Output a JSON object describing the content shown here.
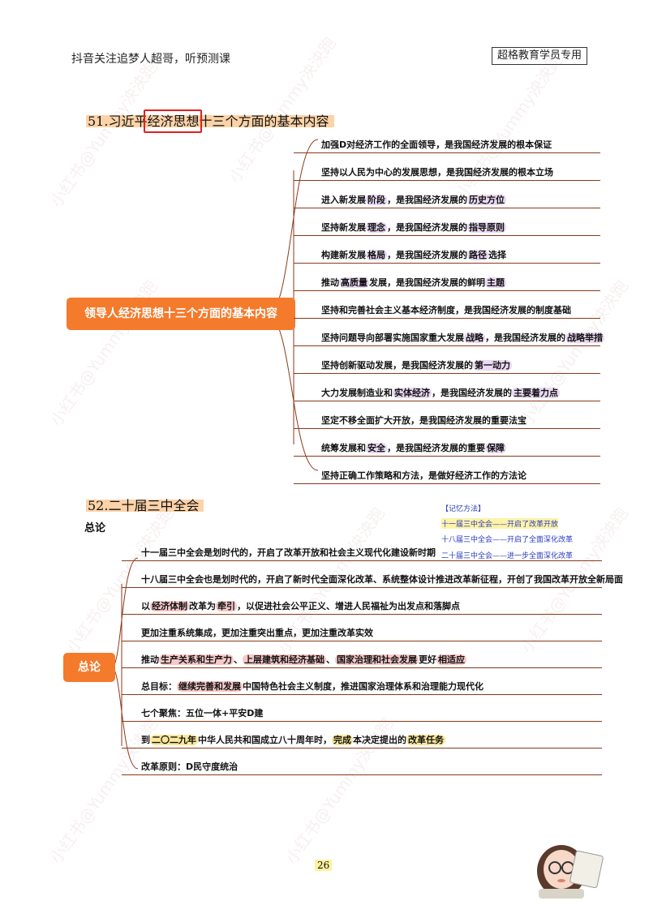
{
  "header": {
    "left_text": "抖音关注追梦人超哥，听预测课",
    "right_badge": "超格教育学员专用"
  },
  "section51": {
    "number": "51.",
    "title_a": "习近平",
    "title_b": "经济思想",
    "title_c": "十三个方面的基本内容",
    "root": "领导人经济思想十三个方面的基本内容",
    "branches": [
      {
        "parts": [
          {
            "t": "加强D对经济工作的全面领导，是我国经济发展的根本保证"
          }
        ]
      },
      {
        "parts": [
          {
            "t": "坚持以人民为中心的发展思想，是我国经济发展的根本立场"
          }
        ]
      },
      {
        "parts": [
          {
            "t": "进入新发展"
          },
          {
            "t": "阶段",
            "m": "p"
          },
          {
            "t": "，是我国经济发展的"
          },
          {
            "t": "历史方位",
            "m": "p"
          }
        ]
      },
      {
        "parts": [
          {
            "t": "坚持新发展"
          },
          {
            "t": "理念",
            "m": "p"
          },
          {
            "t": "，是我国经济发展的"
          },
          {
            "t": "指导原则",
            "m": "p"
          }
        ]
      },
      {
        "parts": [
          {
            "t": "构建新发展"
          },
          {
            "t": "格局",
            "m": "p"
          },
          {
            "t": "，是我国经济发展的"
          },
          {
            "t": "路径",
            "m": "p"
          },
          {
            "t": "选择"
          }
        ]
      },
      {
        "parts": [
          {
            "t": "推动"
          },
          {
            "t": "高质量",
            "m": "p"
          },
          {
            "t": "发展，是我国经济发展的鲜明"
          },
          {
            "t": "主题",
            "m": "p"
          }
        ]
      },
      {
        "parts": [
          {
            "t": "坚持和完善社会主义基本经济制度，是我国经济发展的制度基础"
          }
        ]
      },
      {
        "parts": [
          {
            "t": "坚持问题导向部署实施国家重大发展"
          },
          {
            "t": "战略",
            "m": "p"
          },
          {
            "t": "，是我国经济发展的"
          },
          {
            "t": "战略举措",
            "m": "p"
          }
        ]
      },
      {
        "parts": [
          {
            "t": "坚持创新驱动发展，是我国经济发展的"
          },
          {
            "t": "第一动力",
            "m": "p"
          }
        ]
      },
      {
        "parts": [
          {
            "t": "大力发展制造业和"
          },
          {
            "t": "实体经济",
            "m": "p"
          },
          {
            "t": "，是我国经济发展的"
          },
          {
            "t": "主要着力点",
            "m": "p"
          }
        ]
      },
      {
        "parts": [
          {
            "t": "坚定不移全面扩大开放，是我国经济发展的重要法宝"
          }
        ]
      },
      {
        "parts": [
          {
            "t": "统筹发展和"
          },
          {
            "t": "安全",
            "m": "p"
          },
          {
            "t": "，是我国经济发展的重要"
          },
          {
            "t": "保障",
            "m": "p"
          }
        ]
      },
      {
        "parts": [
          {
            "t": "坚持正确工作策略和方法，是做好经济工作的方法论"
          }
        ]
      }
    ]
  },
  "section52": {
    "number": "52.",
    "title": "二十届三中全会",
    "subtitle": "总论",
    "root": "总论",
    "memo": {
      "title": "【记忆方法】",
      "lines": [
        "十一届三中全会——开启了改革开放",
        "十八届三中全会——开启了全面深化改革",
        "二十届三中全会——进一步全面深化改革"
      ]
    },
    "branches": [
      {
        "parts": [
          {
            "t": "十一届三中全会是划时代的，开启了改革开放和社会主义现代化建设新时期"
          }
        ]
      },
      {
        "parts": [
          {
            "t": "十八届三中全会也是划时代的，开启了新时代全面深化改革、系统整体设计推进改革新征程，开创了我国改革开放全新局面"
          }
        ]
      },
      {
        "parts": [
          {
            "t": "以"
          },
          {
            "t": "经济体制",
            "m": "r"
          },
          {
            "t": "改革为"
          },
          {
            "t": "牵引",
            "m": "r"
          },
          {
            "t": "，以促进社会公平正义、增进人民福祉为出发点和落脚点"
          }
        ]
      },
      {
        "parts": [
          {
            "t": "更加注重系统集成，更加注重突出重点，更加注重改革实效"
          }
        ]
      },
      {
        "parts": [
          {
            "t": "推动"
          },
          {
            "t": "生产关系和生产力",
            "m": "r"
          },
          {
            "t": "、"
          },
          {
            "t": "上层建筑和经济基础",
            "m": "r"
          },
          {
            "t": "、"
          },
          {
            "t": "国家治理和社会发展",
            "m": "r"
          },
          {
            "t": "更好"
          },
          {
            "t": "相适应",
            "m": "r"
          }
        ]
      },
      {
        "parts": [
          {
            "t": "总目标："
          },
          {
            "t": "继续完善和发展",
            "m": "r"
          },
          {
            "t": "中国特色社会主义制度，推进国家治理体系和治理能力现代化"
          }
        ]
      },
      {
        "parts": [
          {
            "t": "七个聚焦：五位一体+平安D建"
          }
        ]
      },
      {
        "parts": [
          {
            "t": "到"
          },
          {
            "t": "二〇二九年",
            "m": "y"
          },
          {
            "t": "中华人民共和国成立八十周年时，"
          },
          {
            "t": "完成",
            "m": "y"
          },
          {
            "t": "本决定提出的"
          },
          {
            "t": "改革任务",
            "m": "y"
          }
        ]
      },
      {
        "parts": [
          {
            "t": "改革原则：D民守度统治"
          }
        ]
      }
    ]
  },
  "footer": {
    "page_number": "26"
  },
  "watermark": {
    "text": "小红书@Yummy泱泱跑"
  },
  "colors": {
    "root_orange": "#f47a2c",
    "line_brown": "#8b3a1a",
    "memo_blue": "#2a3bbf"
  }
}
